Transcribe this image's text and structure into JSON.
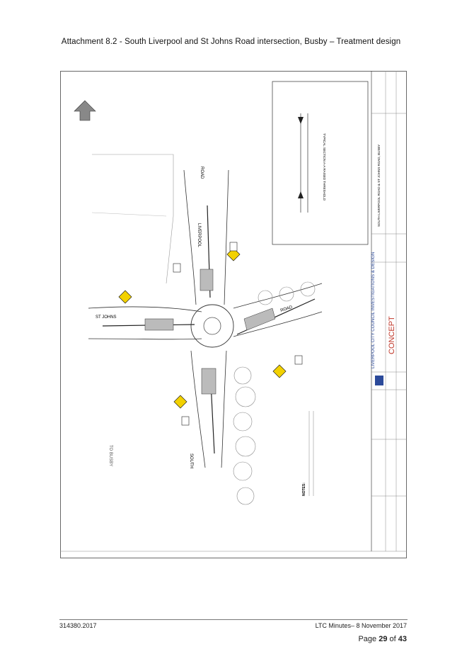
{
  "header": {
    "title": "Attachment 8.2 - South Liverpool and St Johns Road intersection, Busby – Treatment design"
  },
  "drawing": {
    "roads": {
      "liverpool": "LIVERPOOL",
      "road_top": "ROAD",
      "st_johns": "ST JOHNS",
      "road_right": "ROAD",
      "south": "SOUTH",
      "to_busby": "TO BUSBY"
    },
    "title_block": {
      "council": "LIVERPOOL CITY COUNCIL INVESTIGATIONS & DESIGN",
      "project": "SOUTH LIVERPOOL ROAD & ST JOHNS ROAD, BUSBY",
      "status": "CONCEPT"
    },
    "inset": {
      "title": "TYPICAL SECTION A-A RAISED THRESHOLD"
    },
    "notes_label": "NOTES:",
    "colors": {
      "line": "#222222",
      "sign": "#f2d100",
      "concept": "#c0392b",
      "logo_blue": "#2c4a9a"
    }
  },
  "footer": {
    "left": "314380.2017",
    "right": "LTC Minutes– 8 November 2017",
    "page_prefix": "Page ",
    "page_current": "29",
    "page_of": " of ",
    "page_total": "43"
  }
}
